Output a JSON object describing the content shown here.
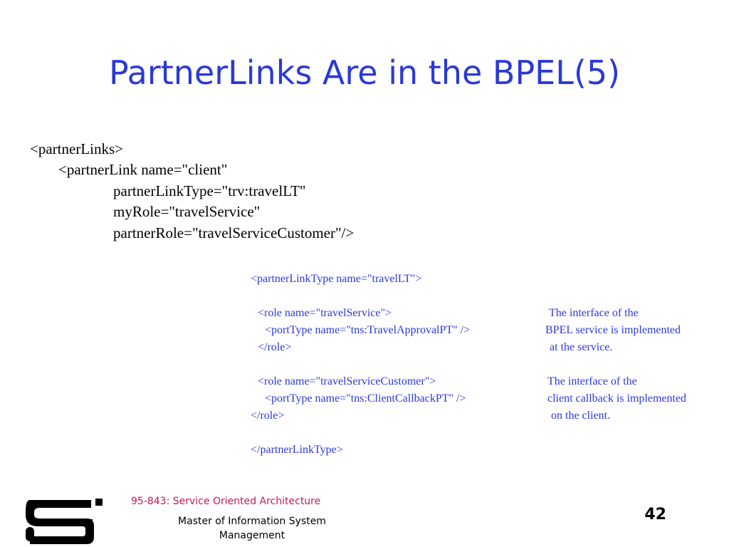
{
  "slide": {
    "title": "PartnerLinks Are in the BPEL(5)"
  },
  "code": {
    "lines": [
      "<partnerLinks>",
      "<partnerLink name=\"client\"",
      "partnerLinkType=\"trv:travelLT\"",
      "myRole=\"travelService\"",
      "partnerRole=\"travelServiceCustomer\"/>"
    ]
  },
  "partner_link_type": {
    "xml": [
      "<partnerLinkType name=\"travelLT\">",
      "<role name=\"travelService\">",
      "<portType name=\"tns:TravelApprovalPT\" />",
      "</role>",
      "<role name=\"travelServiceCustomer\">",
      "<portType name=\"tns:ClientCallbackPT\" />",
      "</role>",
      "</partnerLinkType>"
    ],
    "notes": [
      "The interface of the",
      "BPEL service is implemented",
      "at the service.",
      "The interface of the",
      "client callback is implemented",
      "on the client."
    ]
  },
  "footer": {
    "course": "95-843: Service Oriented Architecture",
    "program": "Master of Information System Management",
    "page_number": "42"
  },
  "colors": {
    "title": "#2b39d6",
    "xml_text": "#2b39d6",
    "course_text": "#c2185b"
  },
  "logo_name": "cmu-heinz-logo"
}
